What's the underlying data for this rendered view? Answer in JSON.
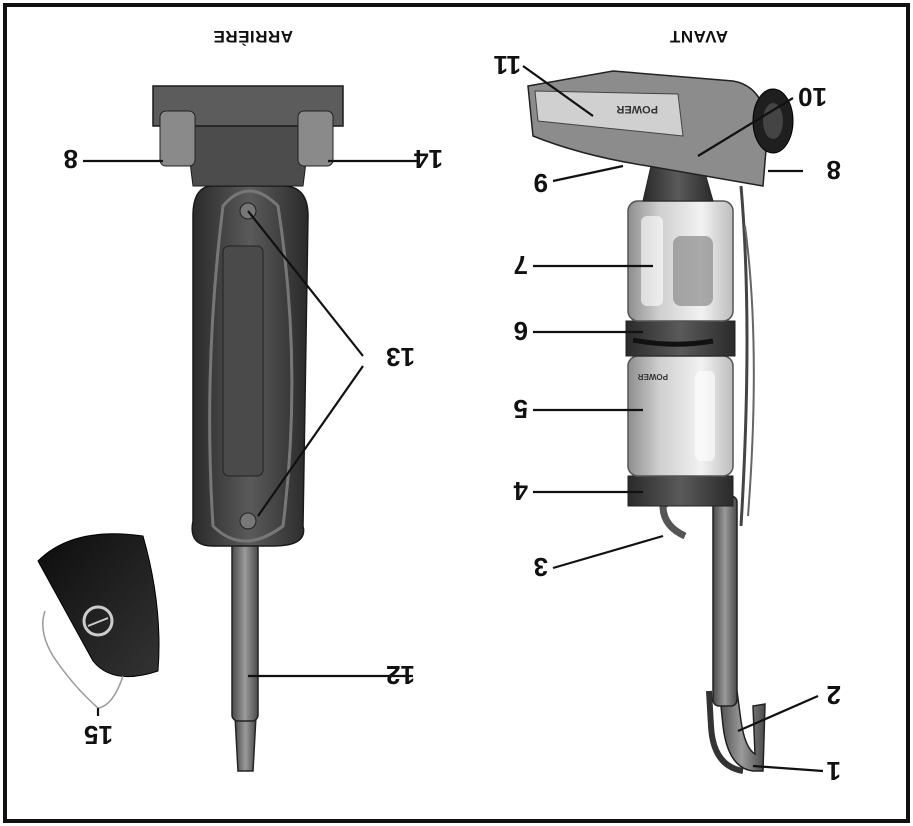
{
  "figure": {
    "titles": {
      "front": "AVANT",
      "back": "ARRIÈRE"
    },
    "product_marks": {
      "nozzle_brand": "POWER",
      "canister_brand": "POWER"
    },
    "callouts": {
      "c1": "1",
      "c2": "2",
      "c3": "3",
      "c4": "4",
      "c5": "5",
      "c6": "6",
      "c7": "7",
      "c8a": "8",
      "c9": "9",
      "c10": "10",
      "c11": "11",
      "c8b": "8",
      "c12": "12",
      "c13": "13",
      "c14": "14",
      "c15": "15"
    },
    "colors": {
      "border": "#111111",
      "body_dark": "#3a3a3a",
      "body_mid": "#6d6d6d",
      "body_light": "#a9a9a9",
      "canister_clear": "#d9d9d9",
      "bag": "#1c1c1c"
    }
  }
}
